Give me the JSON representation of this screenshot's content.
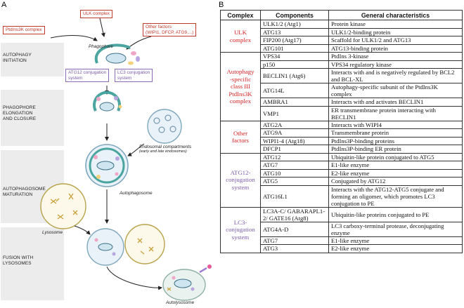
{
  "panel_a_label": "A",
  "panel_b_label": "B",
  "stages": [
    {
      "label": [
        "AUTOPHAGY",
        "INITIATION"
      ]
    },
    {
      "label": [
        "PHAGOPHORE",
        "ELONGATION",
        "AND CLOSURE"
      ]
    },
    {
      "label": [
        "AUTOPHAGOSOME",
        "MATURATION"
      ]
    },
    {
      "label": [
        "FUSION WITH",
        "LYSOSOMES"
      ]
    }
  ],
  "boxes": {
    "ulk": "ULK complex",
    "ptdins3k": "PtdIns3K complex",
    "other1": "Other factors",
    "other2": "(WIPI1, DFCP, ATG9,...)",
    "atg12a": "ATG12 conjugation",
    "atg12b": "system",
    "lc3a": "LC3 conjugation",
    "lc3b": "system"
  },
  "labels": {
    "phagophore": "Phagophore",
    "endo1": "Endosomal compartments",
    "endo2": "(early and late endosomes)",
    "autophagosome": "Autophagosome",
    "lysosome": "Lysosome",
    "autolysosome": "Autolysosome"
  },
  "table": {
    "headers": [
      "Complex",
      "Components",
      "General characteristics"
    ],
    "groups": [
      {
        "complex": [
          "ULK",
          "complex"
        ],
        "color": "#d22323",
        "rows": [
          [
            "ULK1/2 (Atg1)",
            "Protein kinase"
          ],
          [
            "ATG13",
            "ULK1/2-binding protein"
          ],
          [
            "FIP200 (Atg17)",
            "Scaffold for ULK1/2 and ATG13"
          ],
          [
            "ATG101",
            "ATG13-binding protein"
          ]
        ]
      },
      {
        "complex": [
          "Autophagy",
          "-specific",
          "class III",
          "PtdIns3K",
          "complex"
        ],
        "color": "#d22323",
        "rows": [
          [
            "VPS34",
            "PtdIns 3-kinase"
          ],
          [
            "p150",
            "VPS34 regulatory kinase"
          ],
          [
            "BECLIN1 (Atg6)",
            "Interacts with and is negatively regulated by BCL2 and BCL-XL"
          ],
          [
            "ATG14L",
            "Autophagy-specific subunit of the PtdIns3K complex"
          ],
          [
            "AMBRA1",
            "Interacts with and activates BECLIN1"
          ],
          [
            "VMP1",
            "ER transmembrane protein interacting with BECLIN1"
          ]
        ]
      },
      {
        "complex": [
          "Other",
          "factors"
        ],
        "color": "#d22323",
        "rows": [
          [
            "ATG2A",
            "Interacts with WIPI4"
          ],
          [
            "ATG9A",
            "Transmembrane protein"
          ],
          [
            "WIPI1-4 (Atg18)",
            "PtdIns3P-binding proteins"
          ],
          [
            "DFCP1",
            "PtdIns3P-binding ER protein"
          ]
        ]
      },
      {
        "complex": [
          "ATG12-",
          "conjugation",
          "system"
        ],
        "color": "#7b5aa8",
        "rows": [
          [
            "ATG12",
            "Ubiquitin-like protein conjugated to ATG5"
          ],
          [
            "ATG7",
            "E1-like enzyme"
          ],
          [
            "ATG10",
            "E2-like enzyme"
          ],
          [
            "ATG5",
            "Conjugated by ATG12"
          ],
          [
            "ATG16L1",
            "Interacts with the ATG12-ATG5 conjugate and forming an oligomer, which promotes LC3 conjugation to PE"
          ]
        ]
      },
      {
        "complex": [
          "LC3-",
          "conjugation",
          "system"
        ],
        "color": "#7b5aa8",
        "rows": [
          [
            "LC3A-C/ GABARAPL1-2/ GATE16 (Atg8)",
            "Ubiquitin-like proteins conjugated to PE"
          ],
          [
            "ATG4A-D",
            "LC3 carboxy-terminal protease, deconjugating enzyme"
          ],
          [
            "ATG7",
            "E1-like enzyme"
          ],
          [
            "ATG3",
            "E2-like enzyme"
          ]
        ]
      }
    ]
  }
}
